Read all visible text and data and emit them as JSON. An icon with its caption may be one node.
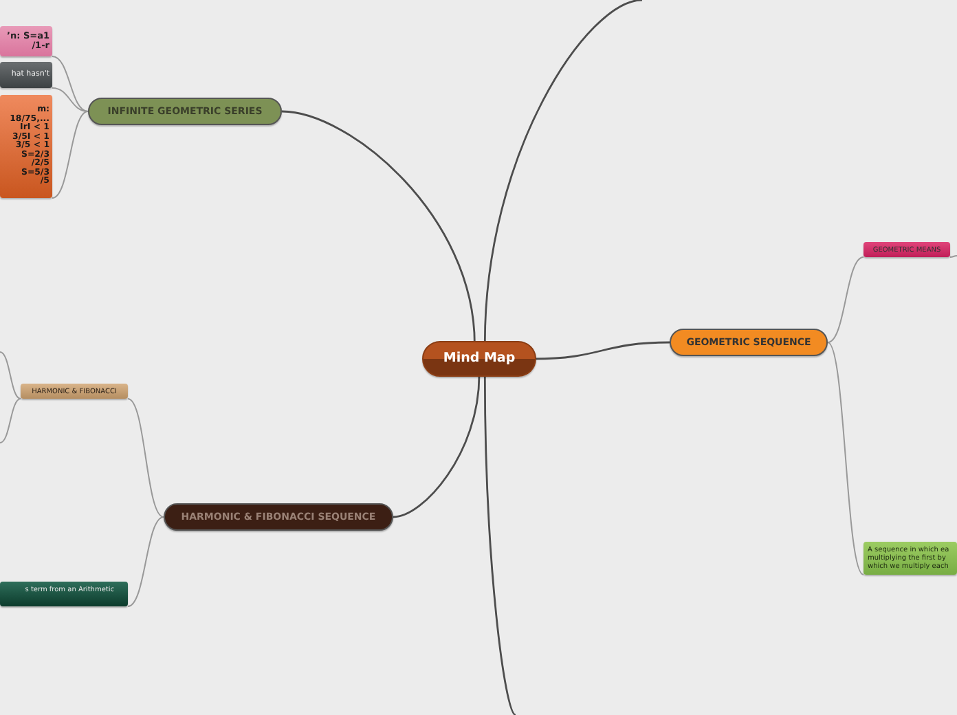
{
  "diagram": {
    "nodes": [
      {
        "text": [
          "Mind Map"
        ]
      },
      {
        "text": [
          "INFINITE GEOMETRIC SERIES"
        ]
      },
      {
        "text": [
          "ʼn: S=a1",
          "/1-r"
        ]
      },
      {
        "text": [
          "hat hasn't"
        ]
      },
      {
        "text": [
          "m:",
          "18/75,...",
          "IrI < 1",
          "3/5I < 1",
          "3/5 < 1",
          "S=2/3",
          "/2/5",
          "S=5/3",
          "/5"
        ]
      },
      {
        "text": [
          "GEOMETRIC SEQUENCE"
        ]
      },
      {
        "text": [
          "GEOMETRIC MEANS"
        ]
      },
      {
        "text": [
          "A sequence in which ea multiplying the first by which we multiply each"
        ]
      },
      {
        "text": [
          "HARMONIC & FIBONACCI SEQUENCE"
        ]
      },
      {
        "text": [
          "HARMONIC & FIBONACCI"
        ]
      },
      {
        "text": [
          "s term from an Arithmetic"
        ]
      }
    ],
    "edges": [
      {
        "from": 0,
        "to": 1,
        "arrow": "none",
        "color": "#4d4d4d"
      },
      {
        "from": 0,
        "to": 5,
        "arrow": "none",
        "color": "#4d4d4d"
      },
      {
        "from": 0,
        "to": 8,
        "arrow": "none",
        "color": "#4d4d4d"
      },
      {
        "from": 0,
        "to": null,
        "arrow": "none",
        "color": "#4d4d4d"
      },
      {
        "from": 0,
        "to": null,
        "arrow": "none",
        "color": "#4d4d4d"
      },
      {
        "from": 1,
        "to": 2,
        "arrow": "none"
      },
      {
        "from": 1,
        "to": 3,
        "arrow": "none"
      },
      {
        "from": 1,
        "to": 4,
        "arrow": "none"
      },
      {
        "from": 5,
        "to": 6,
        "arrow": "none"
      },
      {
        "from": 5,
        "to": 7,
        "arrow": "none"
      },
      {
        "from": 6,
        "to": null,
        "arrow": "none"
      },
      {
        "from": 8,
        "to": 9,
        "arrow": "none"
      },
      {
        "from": 8,
        "to": 10,
        "arrow": "none"
      },
      {
        "from": 9,
        "to": null,
        "arrow": "none"
      },
      {
        "from": 9,
        "to": null,
        "arrow": "none"
      }
    ]
  }
}
